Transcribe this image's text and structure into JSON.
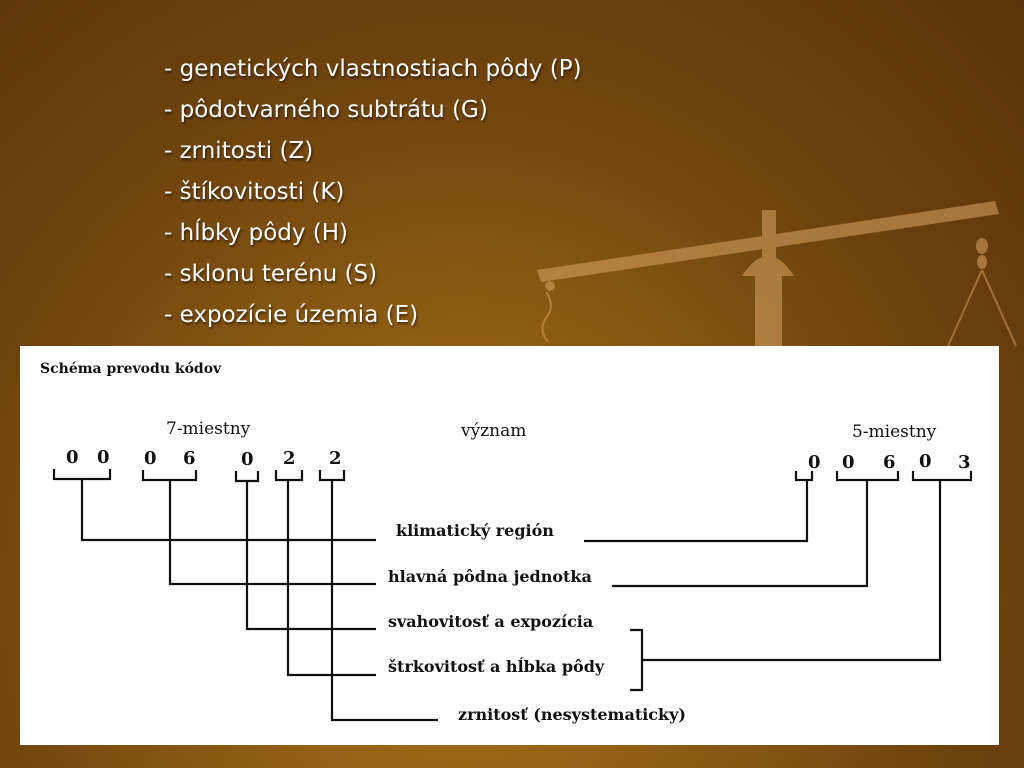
{
  "slide": {
    "bullets": [
      "- genetických vlastnostiach pôdy (P)",
      "- pôdotvarného subtrátu (G)",
      "- zrnitosti (Z)",
      "- štíkovitosti (K)",
      "- hĺbky pôdy (H)",
      "- sklonu terénu (S)",
      "- expozície územia (E)"
    ]
  },
  "diagram": {
    "title": "Schéma prevodu kódov",
    "header_left": "7-miestny",
    "header_middle": "význam",
    "header_right": "5-miestny",
    "code7": [
      "0",
      "0",
      "0",
      "6",
      "0",
      "2",
      "2"
    ],
    "code5": [
      "0",
      "0",
      "6",
      "0",
      "3"
    ],
    "meanings": [
      "klimatický región",
      "hlavná pôdna jednotka",
      "svahovitosť a expozícia",
      "štrkovitosť a hĺbka pôdy",
      "zrnitosť (nesystematicky)"
    ]
  },
  "colors": {
    "background_dark": "#5a3408",
    "background_light": "#a8731c",
    "bullet_text": "#ffffff",
    "panel": "#ffffff"
  }
}
